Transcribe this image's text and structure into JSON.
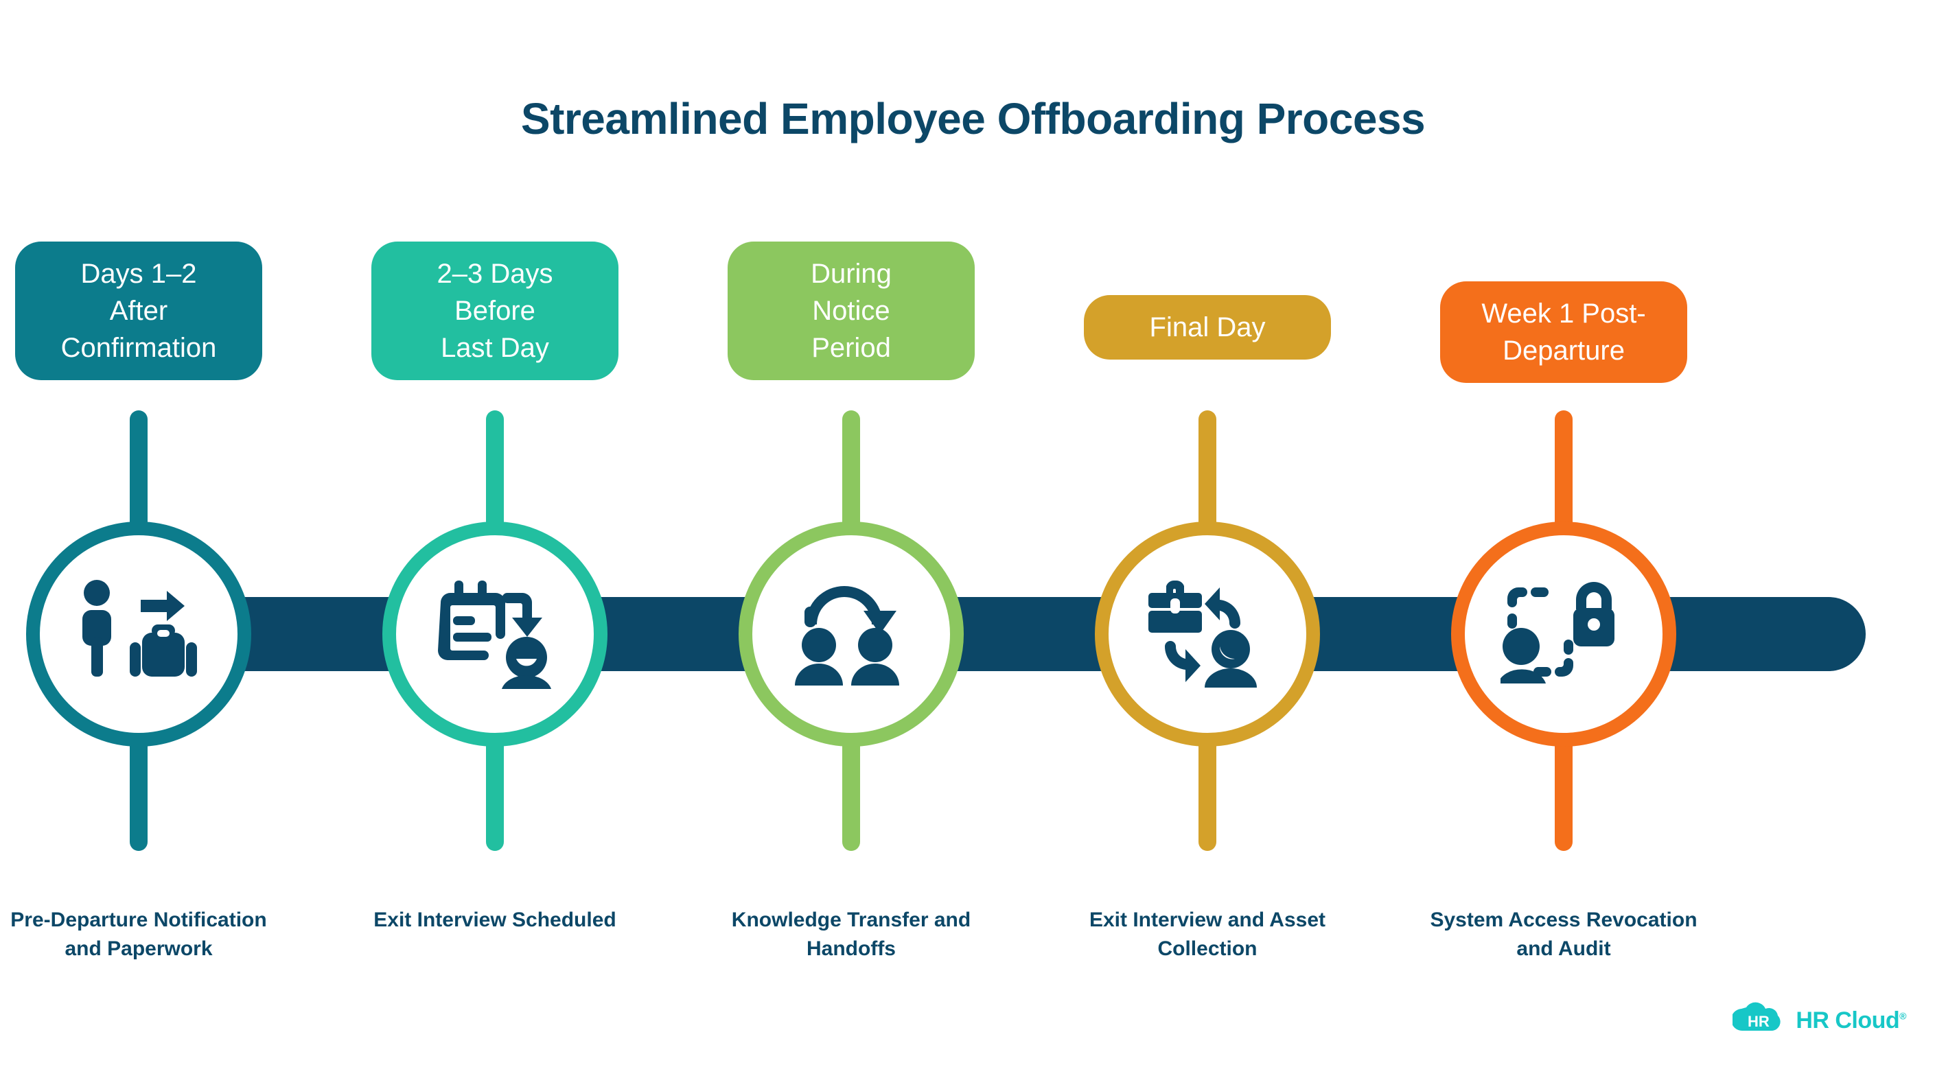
{
  "title": "Streamlined Employee Offboarding Process",
  "colors": {
    "navy": "#0C4767",
    "rail": "#0C4767",
    "background": "#FFFFFF",
    "logo": "#17C7C7"
  },
  "steps": [
    {
      "badge_label": "Days 1–2\nAfter\nConfirmation",
      "badge_lines": 3,
      "color": "#0C7C8C",
      "icon": "person-departure-luggage-icon",
      "caption": "Pre-Departure Notification\nand Paperwork"
    },
    {
      "badge_label": "2–3 Days\nBefore\nLast Day",
      "badge_lines": 3,
      "color": "#22BFA0",
      "icon": "calendar-schedule-person-icon",
      "caption": "Exit Interview Scheduled"
    },
    {
      "badge_label": "During\nNotice\nPeriod",
      "badge_lines": 3,
      "color": "#8CC75F",
      "icon": "two-people-transfer-icon",
      "caption": "Knowledge Transfer and\nHandoffs"
    },
    {
      "badge_label": "Final Day",
      "badge_lines": 1,
      "color": "#D4A12A",
      "icon": "briefcase-person-exchange-icon",
      "caption": "Exit Interview and Asset\nCollection"
    },
    {
      "badge_label": "Week 1 Post-\nDeparture",
      "badge_lines": 2,
      "color": "#F46F1B",
      "icon": "person-lock-access-icon",
      "caption": "System Access Revocation\nand Audit"
    }
  ],
  "logo": {
    "mark_label": "HR",
    "text": "HR Cloud",
    "trademark": "®"
  }
}
